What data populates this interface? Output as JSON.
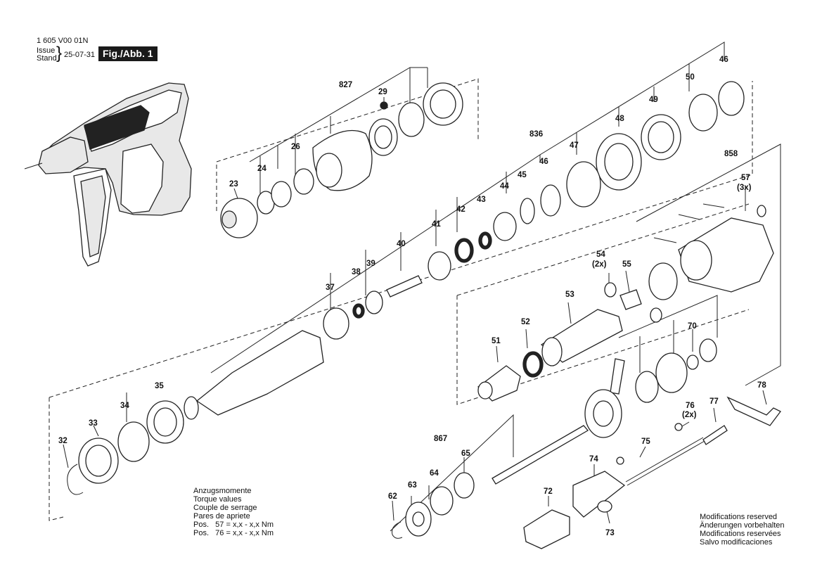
{
  "header": {
    "doc_number": "1 605 V00 01N",
    "issue_label": "Issue",
    "stand_label": "Stand",
    "issue_date": "25-07-31",
    "figure_label": "Fig./Abb. 1"
  },
  "torque_note": {
    "lines": [
      "Anzugsmomente",
      "Torque values",
      "Couple de serrage",
      "Pares de apriete",
      "Pos.   57 = x,x - x,x Nm",
      "Pos.   76 = x,x - x,x Nm"
    ]
  },
  "modifications_note": {
    "lines": [
      "Modifications reserved",
      "Änderungen vorbehalten",
      "Modifications reservées",
      "Salvo modificaciones"
    ]
  },
  "part_labels": [
    {
      "id": "827",
      "text": "827"
    },
    {
      "id": "29",
      "text": "29"
    },
    {
      "id": "26",
      "text": "26"
    },
    {
      "id": "24",
      "text": "24"
    },
    {
      "id": "23",
      "text": "23"
    },
    {
      "id": "836",
      "text": "836"
    },
    {
      "id": "50",
      "text": "50"
    },
    {
      "id": "46a",
      "text": "46"
    },
    {
      "id": "49",
      "text": "49"
    },
    {
      "id": "48",
      "text": "48"
    },
    {
      "id": "47",
      "text": "47"
    },
    {
      "id": "46b",
      "text": "46"
    },
    {
      "id": "45",
      "text": "45"
    },
    {
      "id": "44",
      "text": "44"
    },
    {
      "id": "43",
      "text": "43"
    },
    {
      "id": "42",
      "text": "42"
    },
    {
      "id": "41",
      "text": "41"
    },
    {
      "id": "40",
      "text": "40"
    },
    {
      "id": "39",
      "text": "39"
    },
    {
      "id": "38",
      "text": "38"
    },
    {
      "id": "37",
      "text": "37"
    },
    {
      "id": "858",
      "text": "858"
    },
    {
      "id": "57",
      "text": "57"
    },
    {
      "id": "57q",
      "text": "(3x)"
    },
    {
      "id": "54",
      "text": "54"
    },
    {
      "id": "54q",
      "text": "(2x)"
    },
    {
      "id": "55",
      "text": "55"
    },
    {
      "id": "53",
      "text": "53"
    },
    {
      "id": "52",
      "text": "52"
    },
    {
      "id": "51",
      "text": "51"
    },
    {
      "id": "70",
      "text": "70"
    },
    {
      "id": "35",
      "text": "35"
    },
    {
      "id": "34",
      "text": "34"
    },
    {
      "id": "33",
      "text": "33"
    },
    {
      "id": "32",
      "text": "32"
    },
    {
      "id": "76",
      "text": "76"
    },
    {
      "id": "76q",
      "text": "(2x)"
    },
    {
      "id": "77",
      "text": "77"
    },
    {
      "id": "78",
      "text": "78"
    },
    {
      "id": "75",
      "text": "75"
    },
    {
      "id": "74",
      "text": "74"
    },
    {
      "id": "867",
      "text": "867"
    },
    {
      "id": "65",
      "text": "65"
    },
    {
      "id": "64",
      "text": "64"
    },
    {
      "id": "63",
      "text": "63"
    },
    {
      "id": "62",
      "text": "62"
    },
    {
      "id": "72",
      "text": "72"
    },
    {
      "id": "73",
      "text": "73"
    }
  ]
}
